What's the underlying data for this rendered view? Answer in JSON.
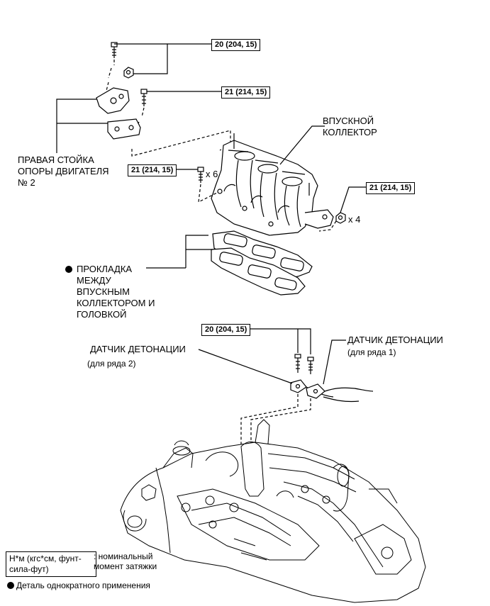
{
  "torques": {
    "t1": "20 (204, 15)",
    "t2": "21 (214, 15)",
    "t3": "21 (214, 15)",
    "t4": "21 (214, 15)",
    "t5": "20 (204, 15)"
  },
  "labels": {
    "mount": "ПРАВАЯ СТОЙКА\nОПОРЫ ДВИГАТЕЛЯ\n№ 2",
    "intake": "ВПУСКНОЙ\nКОЛЛЕКТОР",
    "gasket": "ПРОКЛАДКА\nМЕЖДУ\nВПУСКНЫМ\nКОЛЛЕКТОРОМ И\nГОЛОВКОЙ",
    "knock2_title": "ДАТЧИК ДЕТОНАЦИИ",
    "knock2_sub": "(для ряда 2)",
    "knock1_title": "ДАТЧИК ДЕТОНАЦИИ",
    "knock1_sub": "(для ряда 1)",
    "qty6": "x 6",
    "qty4": "x 4"
  },
  "legend": {
    "unit_box": "Н*м (кгс*см, фунт-\nсила-фут)",
    "unit_desc": ": номинальный\nмомент затяжки",
    "single_use": "Деталь однократного применения"
  }
}
